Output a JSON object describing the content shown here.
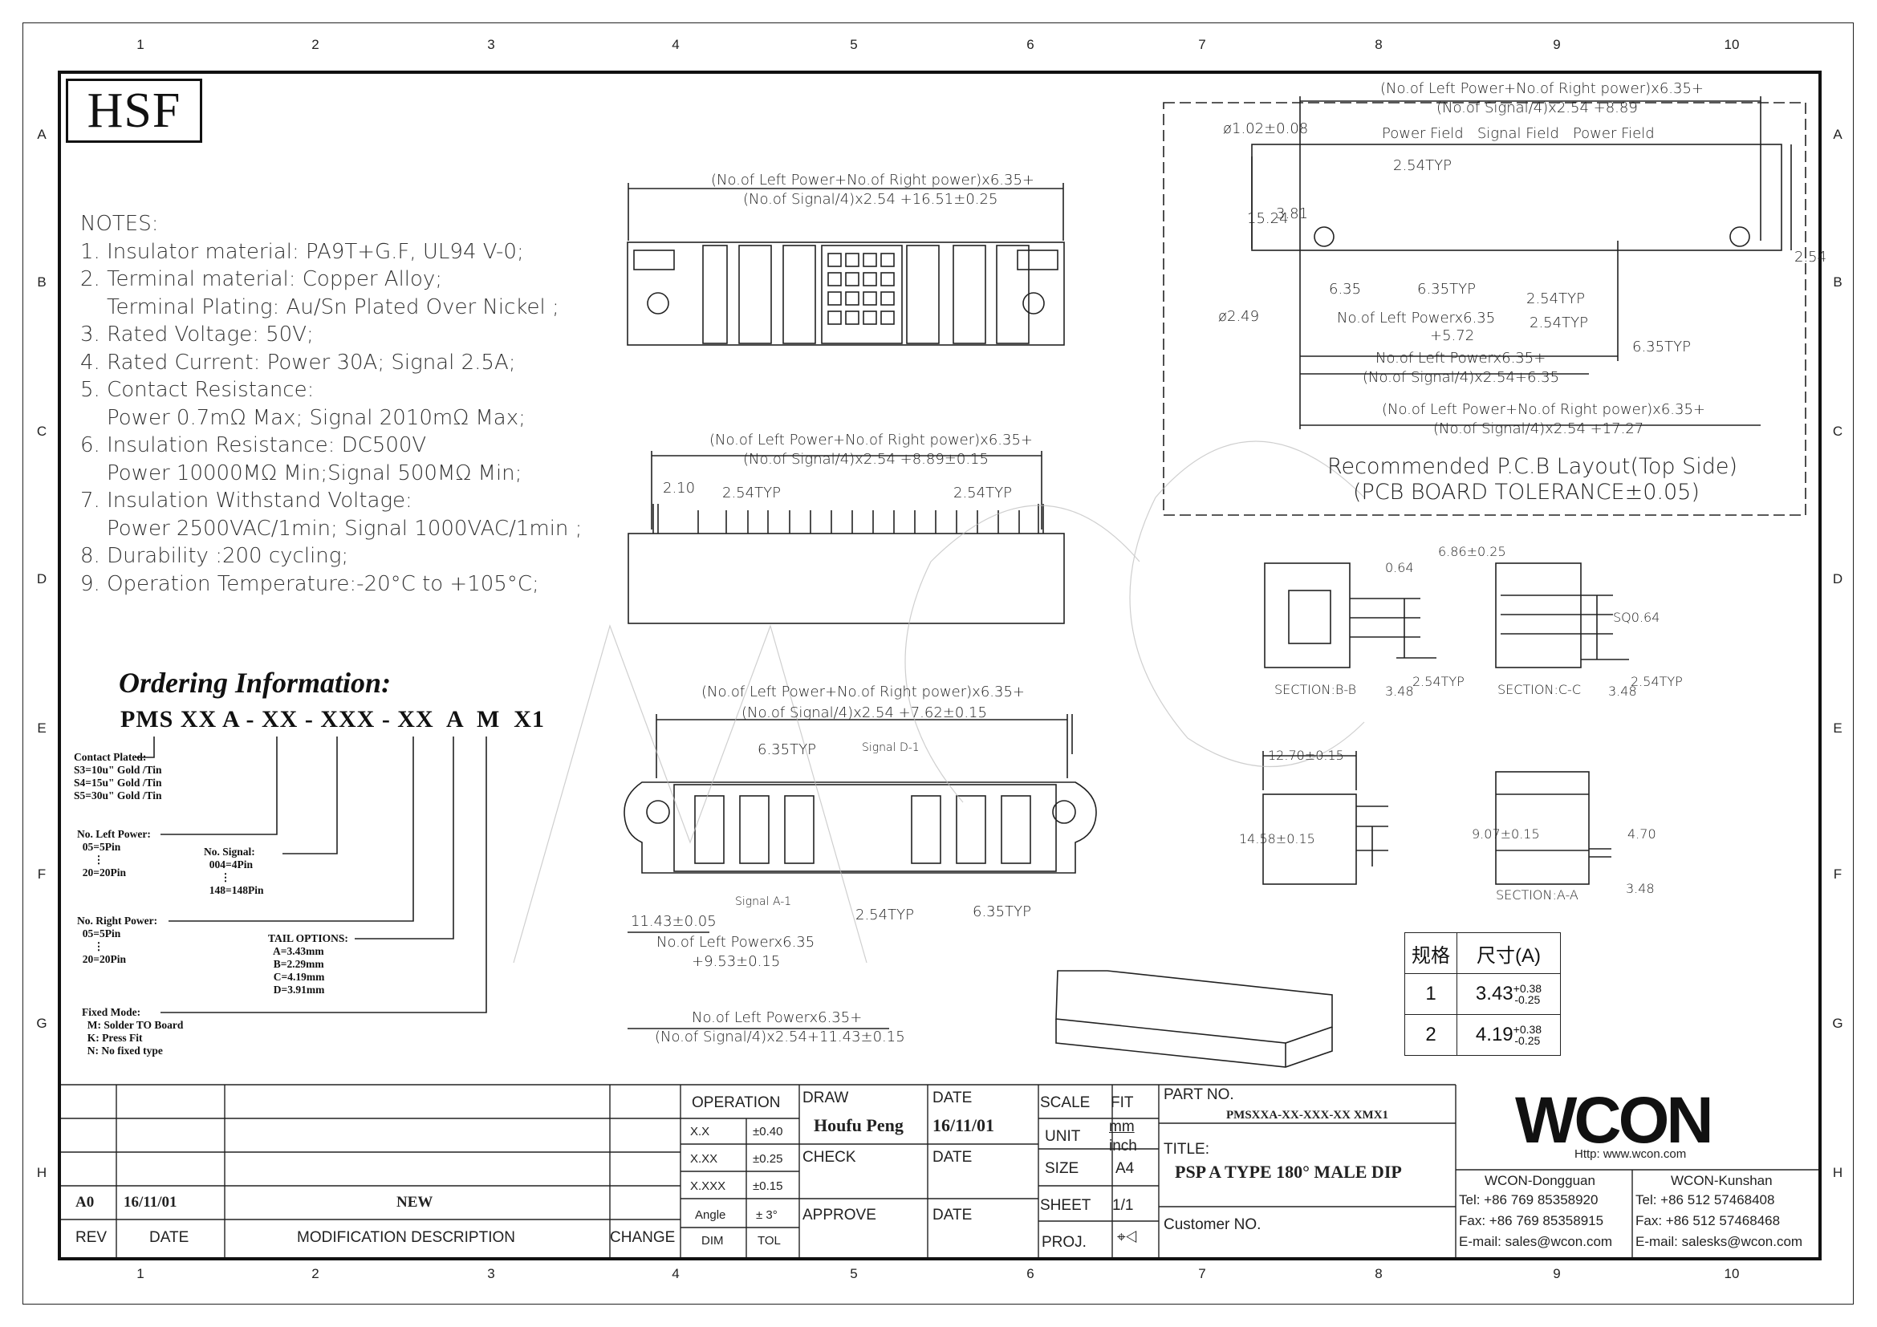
{
  "border": {
    "columns": [
      "1",
      "2",
      "3",
      "4",
      "5",
      "6",
      "7",
      "8",
      "9",
      "10"
    ],
    "rows": [
      "A",
      "B",
      "C",
      "D",
      "E",
      "F",
      "G",
      "H"
    ]
  },
  "logo_box": "HSF",
  "notes": {
    "header": "NOTES:",
    "lines": [
      "1. Insulator material: PA9T+G.F, UL94 V-0;",
      "2. Terminal material: Copper Alloy;",
      "    Terminal Plating: Au/Sn Plated Over Nickel ;",
      "3. Rated Voltage: 50V;",
      "4. Rated Current: Power 30A; Signal 2.5A;",
      "5. Contact Resistance:",
      "    Power 0.7mΩ Max; Signal 2010mΩ Max;",
      "6. Insulation Resistance: DC500V",
      "    Power 10000MΩ Min;Signal 500MΩ Min;",
      "7. Insulation Withstand Voltage:",
      "    Power 2500VAC/1min; Signal 1000VAC/1min ;",
      "8. Durability :200 cycling;",
      "9. Operation Temperature:-20°C to +105°C;"
    ]
  },
  "ordering": {
    "title": "Ordering Information:",
    "code": "PMS XX A - XX - XXX - XX  A  M  X1",
    "contact_plated": "Contact Plated:\nS3=10u\" Gold /Tin\nS4=15u\" Gold /Tin\nS5=30u\" Gold /Tin",
    "left_power": "No. Left Power:\n  05=5Pin\n      ⋮\n  20=20Pin",
    "signal": "No. Signal:\n  004=4Pin\n      ⋮\n  148=148Pin",
    "right_power": "No. Right Power:\n  05=5Pin\n      ⋮\n  20=20Pin",
    "tail": "TAIL OPTIONS:\n  A=3.43mm\n  B=2.29mm\n  C=4.19mm\n  D=3.91mm",
    "fixed": "Fixed Mode:\n  M: Solder TO Board\n  K: Press Fit\n  N: No fixed type"
  },
  "dims": {
    "top_view_1": "(No.of Left Power+No.of Right power)x6.35+",
    "top_view_2": "(No.of Signal/4)x2.54 +16.51±0.25",
    "side_view_1": "(No.of Left Power+No.of Right power)x6.35+",
    "side_view_2": "(No.of Signal/4)x2.54 +8.89±0.15",
    "side_210": "2.10",
    "side_254a": "2.54TYP",
    "side_254b": "2.54TYP",
    "front_1": "(No.of Left Power+No.of Right power)x6.35+",
    "front_2": "(No.of Signal/4)x2.54 +7.62±0.15",
    "front_635typ": "6.35TYP",
    "front_sigd": "Signal D-1",
    "front_siga": "Signal A-1",
    "front_1143": "11.43±0.05",
    "front_254typ": "2.54TYP",
    "front_635typ2": "6.35TYP",
    "front_lp1": "No.of Left Powerx6.35",
    "front_lp2": "+9.53±0.15",
    "front_bot1": "No.of Left Powerx6.35+",
    "front_bot2": "(No.of Signal/4)x2.54+11.43±0.15",
    "pcb_1": "(No.of Left Power+No.of Right power)x6.35+",
    "pcb_2": "(No.of Signal/4)x2.54 +8.89",
    "pcb_hole1": "ø1.02±0.08",
    "pcb_fields": "Power Field   Signal Field   Power Field",
    "pcb_254typ": "2.54TYP",
    "pcb_1524": "15.24",
    "pcb_381": "3.81",
    "pcb_254r": "2.54",
    "pcb_635": "6.35",
    "pcb_635typ": "6.35TYP",
    "pcb_254typ2": "2.54TYP",
    "pcb_254typ3": "2.54TYP",
    "pcb_635typ3": "6.35TYP",
    "pcb_hole2": "ø2.49",
    "pcb_lp1": "No.of Left Powerx6.35",
    "pcb_lp2": "+5.72",
    "pcb_lp3": "No.of Left Powerx6.35+",
    "pcb_lp4": "(No.of Signal/4)x2.54+6.35",
    "pcb_bot1": "(No.of Left Power+No.of Right power)x6.35+",
    "pcb_bot2": "(No.of Signal/4)x2.54 +17.27",
    "pcb_title": "Recommended P.C.B Layout(Top Side)",
    "pcb_tol": "(PCB BOARD TOLERANCE±0.05)",
    "sec_bb": "SECTION:B-B",
    "sec_cc": "SECTION:C-C",
    "sec_aa": "SECTION:A-A",
    "bb_064": "0.64",
    "bb_348": "3.48",
    "bb_254": "2.54TYP",
    "cc_686": "6.86±0.25",
    "cc_sq": "SQ0.64",
    "cc_348": "3.48",
    "cc_254": "2.54TYP",
    "sv_1270": "12.70±0.15",
    "sv_1458": "14.58±0.15",
    "aa_907": "9.07±0.15",
    "aa_470": "4.70",
    "aa_348": "3.48"
  },
  "spec_table": {
    "header": [
      "规格",
      "尺寸(A)"
    ],
    "rows": [
      {
        "spec": "1",
        "size": "3.43",
        "tol_up": "+0.38",
        "tol_dn": "-0.25"
      },
      {
        "spec": "2",
        "size": "4.19",
        "tol_up": "+0.38",
        "tol_dn": "-0.25"
      }
    ]
  },
  "title_block": {
    "rev_label": "REV",
    "date_label": "DATE",
    "mod_label": "MODIFICATION DESCRIPTION",
    "change_label": "CHANGE",
    "rev": "A0",
    "date": "16/11/01",
    "desc": "NEW",
    "operation": "OPERATION",
    "tol_rows": [
      [
        "X.X",
        "±0.40"
      ],
      [
        "X.XX",
        "±0.25"
      ],
      [
        "X.XXX",
        "±0.15"
      ],
      [
        "Angle",
        "± 3°"
      ]
    ],
    "dim": "DIM",
    "tol": "TOL",
    "draw": "DRAW",
    "drawer": "Houfu Peng",
    "draw_date_label": "DATE",
    "draw_date": "16/11/01",
    "check": "CHECK",
    "check_date": "DATE",
    "approve": "APPROVE",
    "approve_date": "DATE",
    "scale": "SCALE",
    "fit": "FIT",
    "unit": "UNIT",
    "unit_mm": "mm",
    "unit_inch": "inch",
    "size": "SIZE",
    "size_val": "A4",
    "sheet": "SHEET",
    "sheet_val": "1/1",
    "proj": "PROJ.",
    "part_no_label": "PART NO.",
    "part_no": "PMSXXA-XX-XXX-XX XMX1",
    "title_label": "TITLE:",
    "title": "PSP A TYPE 180° MALE DIP",
    "customer": "Customer NO.",
    "brand": "WCON",
    "http": "Http: www.wcon.com",
    "dg": "WCON-Dongguan",
    "ks": "WCON-Kunshan",
    "dg_tel": "Tel: +86 769 85358920",
    "dg_fax": "Fax: +86 769 85358915",
    "dg_mail": "E-mail: sales@wcon.com",
    "ks_tel": "Tel: +86 512 57468408",
    "ks_fax": "Fax: +86 512 57468468",
    "ks_mail": "E-mail: salesks@wcon.com"
  }
}
